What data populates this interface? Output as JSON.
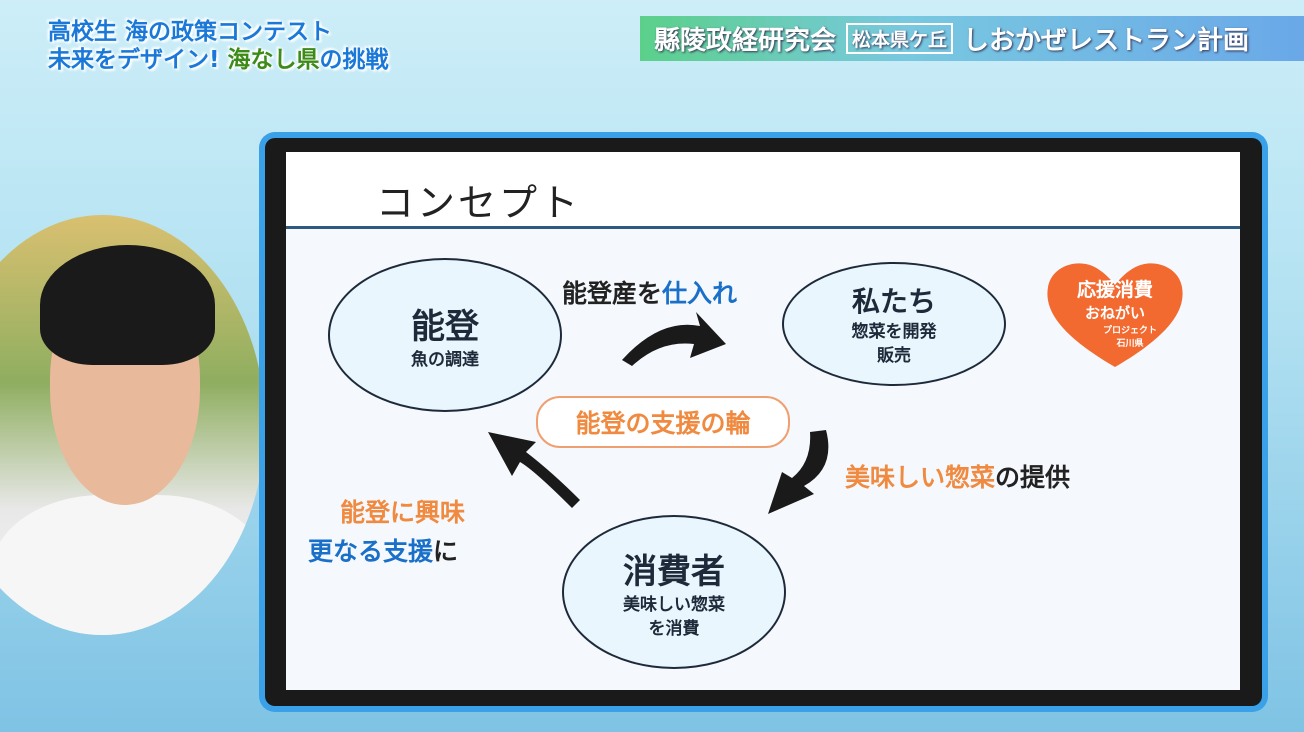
{
  "overlay_left": {
    "line1": "高校生 海の政策コンテスト",
    "line2a": "未来をデザイン! ",
    "line2b": "海なし県",
    "line2c": "の挑戦"
  },
  "overlay_right": {
    "team": "縣陵政経研究会",
    "school": "松本県ケ丘",
    "plan": "しおかぜレストラン計画"
  },
  "slide": {
    "title": "コンセプト",
    "node_noto": {
      "title": "能登",
      "sub": "魚の調達"
    },
    "node_us": {
      "title": "私たち",
      "sub1": "惣菜を開発",
      "sub2": "販売"
    },
    "node_consumer": {
      "title": "消費者",
      "sub1": "美味しい惣菜",
      "sub2": "を消費"
    },
    "center": "能登の支援の輪",
    "arrow_top": {
      "a": "能登産を",
      "b": "仕入れ"
    },
    "arrow_right": {
      "a": "美味しい惣菜",
      "b": "の提供"
    },
    "arrow_left": {
      "l1": "能登に興味",
      "l2a": "更なる支援",
      "l2b": "に"
    },
    "badge": {
      "l1": "応援消費",
      "l2": "おねがい",
      "l3": "プロジェクト",
      "l4": "石川県"
    }
  },
  "colors": {
    "blue": "#1a6fc8",
    "orange": "#f08a40",
    "frame": "#3aa0e8"
  }
}
